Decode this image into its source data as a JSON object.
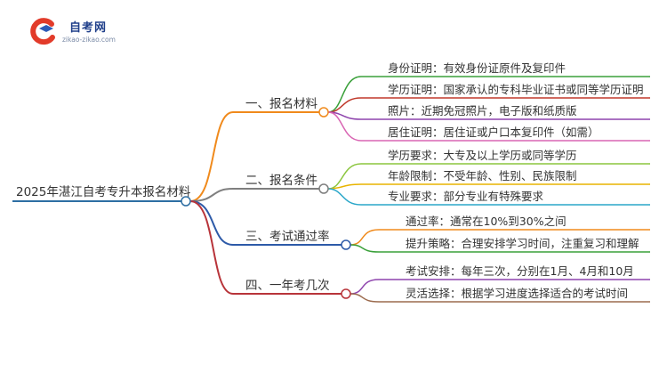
{
  "logo": {
    "title": "自考网",
    "url": "zikao-zikao.com",
    "colors": {
      "red": "#e23b2a",
      "blue": "#2d5bb9"
    }
  },
  "root": {
    "label": "2025年湛江自考专升本报名材料",
    "color": "#2e6fa3"
  },
  "branches": [
    {
      "label": "一、报名材料",
      "color": "#f08a1c",
      "leaves": [
        {
          "text": "身份证明：有效身份证原件及复印件",
          "color": "#3aa03a"
        },
        {
          "text": "学历证明：国家承认的专科毕业证书或同等学历证明",
          "color": "#c0392b"
        },
        {
          "text": "照片：近期免冠照片，电子版和纸质版",
          "color": "#8e44ad"
        },
        {
          "text": "居住证明：居住证或户口本复印件（如需）",
          "color": "#d966b3"
        }
      ]
    },
    {
      "label": "二、报名条件",
      "color": "#7f7f7f",
      "leaves": [
        {
          "text": "学历要求：大专及以上学历或同等学历",
          "color": "#8cc63f"
        },
        {
          "text": "年龄限制：不受年龄、性别、民族限制",
          "color": "#e8b400"
        },
        {
          "text": "专业要求：部分专业有特殊要求",
          "color": "#2aa7c9"
        }
      ]
    },
    {
      "label": "三、考试通过率",
      "color": "#2d5aa8",
      "leaves": [
        {
          "text": "通过率：通常在10%到30%之间",
          "color": "#f08a1c"
        },
        {
          "text": "提升策略：合理安排学习时间，注重复习和理解",
          "color": "#3aa03a"
        }
      ]
    },
    {
      "label": "四、一年考几次",
      "color": "#b8343a",
      "leaves": [
        {
          "text": "考试安排：每年三次，分别在1月、4月和10月",
          "color": "#8e44ad"
        },
        {
          "text": "灵活选择：根据学习进度选择适合的考试时间",
          "color": "#9c6b4e"
        }
      ]
    }
  ]
}
